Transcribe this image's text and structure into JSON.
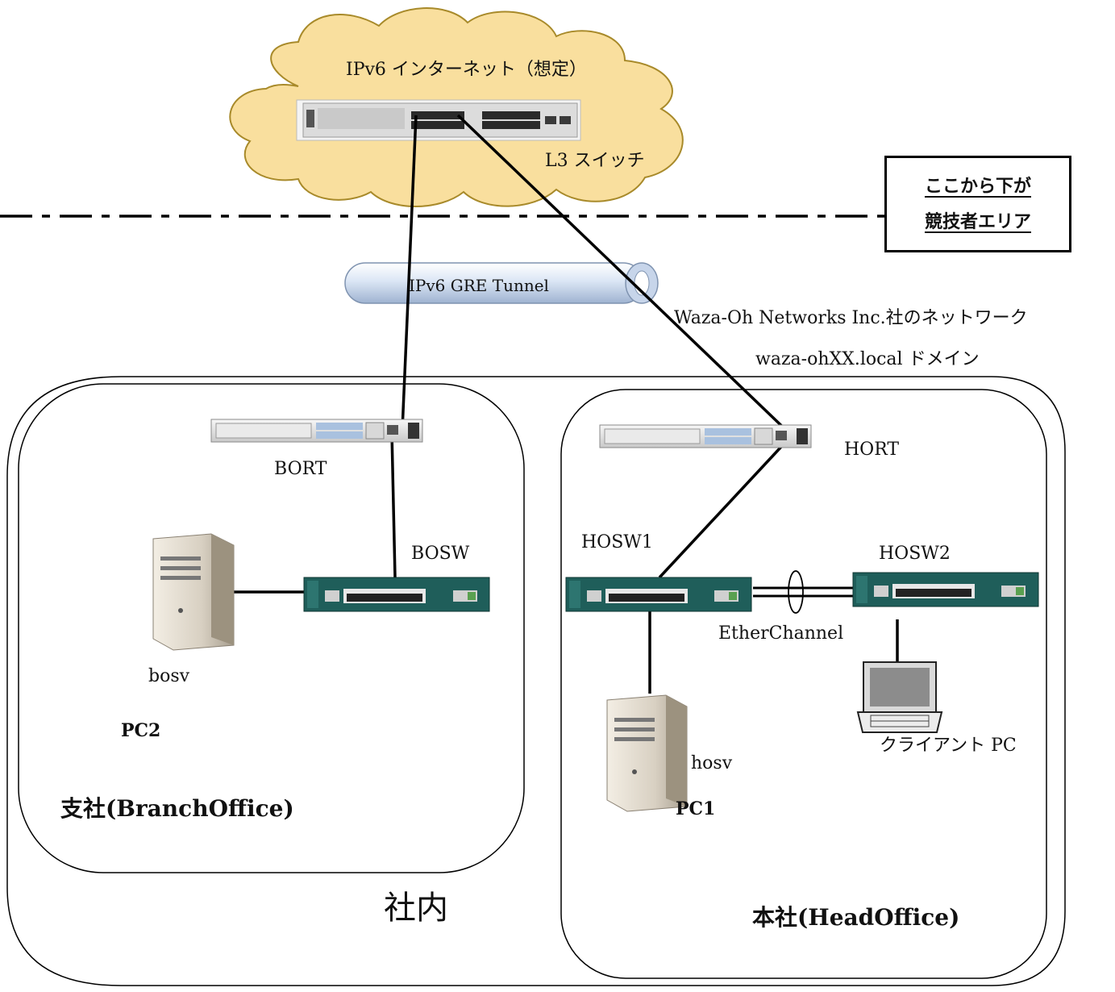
{
  "internet": {
    "title": "IPv6 インターネット（想定）",
    "l3_switch_label": "L3 スイッチ"
  },
  "notice": {
    "line1": "ここから下が",
    "line2": "競技者エリア"
  },
  "tunnel": {
    "label": "IPv6 GRE Tunnel"
  },
  "company": {
    "network_label": "Waza-Oh Networks Inc.社のネットワーク",
    "domain_label": "waza-ohXX.local ドメイン",
    "internal_label": "社内"
  },
  "branch": {
    "title": "支社(BranchOffice)",
    "router": "BORT",
    "switch": "BOSW",
    "server": "bosv",
    "pc": "PC2"
  },
  "head": {
    "title": "本社(HeadOffice)",
    "router": "HORT",
    "switch1": "HOSW1",
    "switch2": "HOSW2",
    "etherchannel": "EtherChannel",
    "server": "hosv",
    "pc": "PC1",
    "client": "クライアント PC"
  },
  "colors": {
    "cloud_fill": "#f9df9e",
    "cloud_stroke": "#a88a2a",
    "tunnel_fill": "#d6e4f5",
    "switch_body": "#1f5e5a",
    "line": "#000000"
  },
  "icons": [
    "cloud-icon",
    "l3-switch-icon",
    "router-icon",
    "switch-icon",
    "server-icon",
    "laptop-icon",
    "tunnel-pipe-icon"
  ]
}
